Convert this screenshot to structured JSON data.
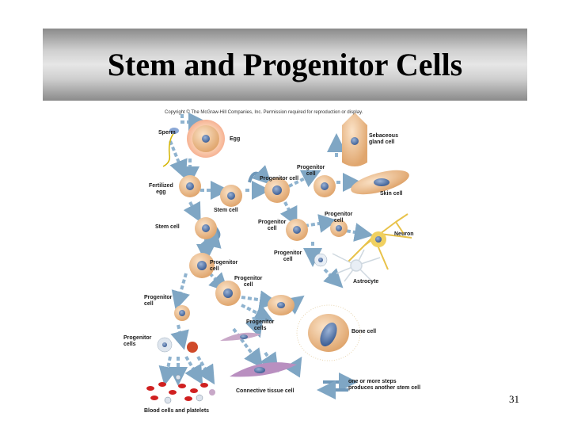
{
  "slide": {
    "title": "Stem and Progenitor Cells",
    "page_number": "31"
  },
  "figure": {
    "copyright": "Copyright © The McGraw-Hill Companies, Inc. Permission required for reproduction or display.",
    "labels": {
      "sperm": "Sperm",
      "egg": "Egg",
      "fertilized_1": "Fertilized",
      "fertilized_2": "egg",
      "stem_cell_top": "Stem cell",
      "stem_cell_left": "Stem cell",
      "prog_top_1": "Progenitor",
      "prog_top_2": "cell",
      "prog_arrow": "Progenitor cell",
      "sebaceous_1": "Sebaceous",
      "sebaceous_2": "gland cell",
      "skin": "Skin cell",
      "prog_mid_1": "Progenitor",
      "prog_mid_2": "cell",
      "prog_right_1": "Progenitor",
      "prog_right_2": "cell",
      "neuron": "Neuron",
      "prog_astro_1": "Progenitor",
      "prog_astro_2": "cell",
      "astrocyte": "Astrocyte",
      "prog_left_1": "Progenitor",
      "prog_left_2": "cell",
      "prog_center_1": "Progenitor",
      "prog_center_2": "cell",
      "prog_far_left_1": "Progenitor",
      "prog_far_left_2": "cell",
      "prog_cells_1": "Progenitor",
      "prog_cells_2": "cells",
      "prog_bottom_left_1": "Progenitor",
      "prog_bottom_left_2": "cells",
      "bone": "Bone cell",
      "connective": "Connective tissue cell",
      "blood": "Blood cells and platelets",
      "legend_1": "one or more steps",
      "legend_2": "produces another stem cell"
    }
  }
}
